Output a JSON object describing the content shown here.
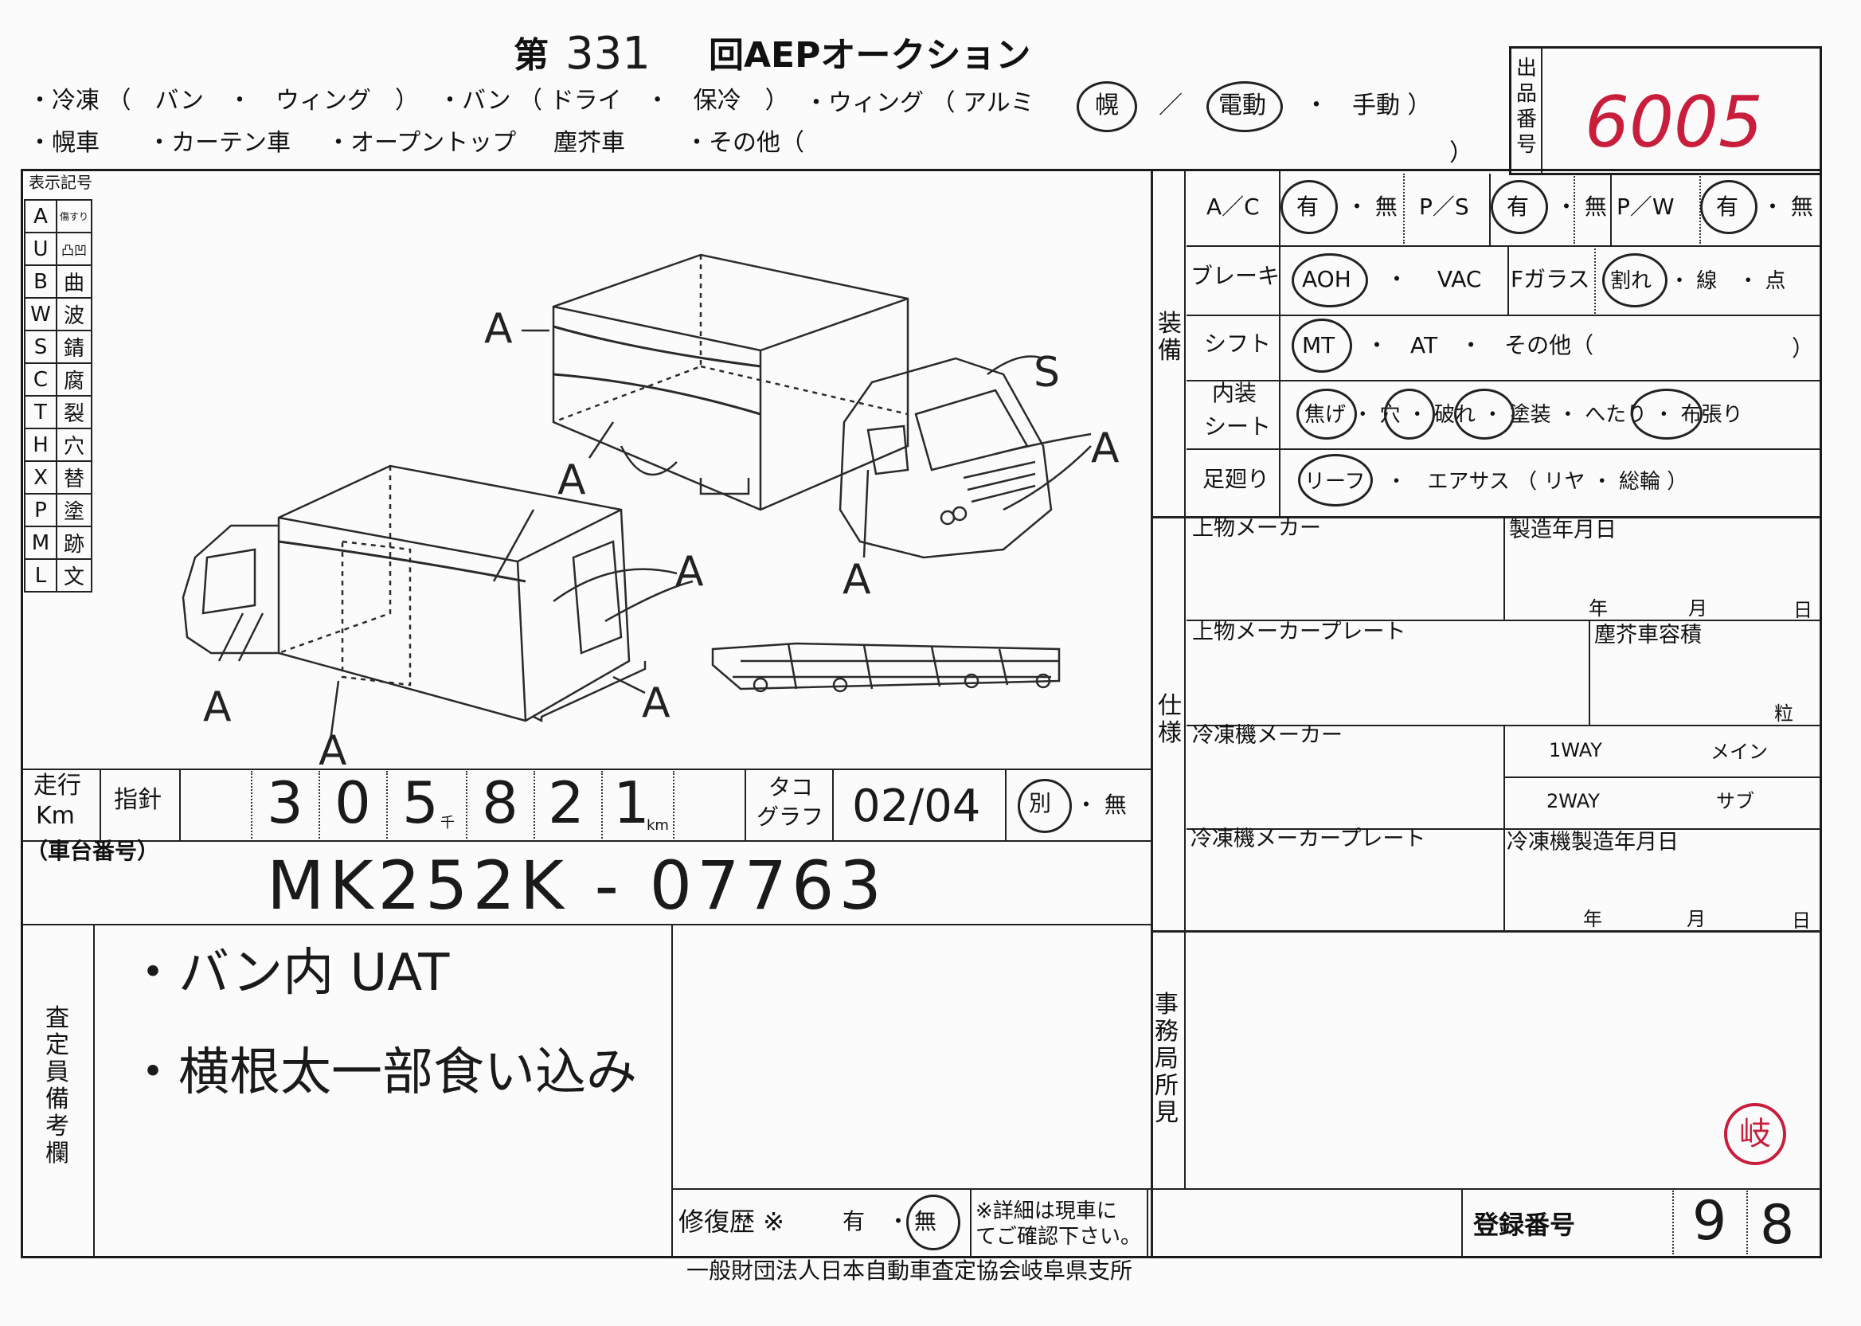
{
  "header": {
    "title_prefix": "第",
    "round_number": "331",
    "title_suffix": "回AEPオークション",
    "row1": {
      "reefer": "・冷凍 （　バン　・　ウィング　）",
      "van": "・バン （ ドライ　・　保冷　）",
      "wing": "・ウィング （ アルミ",
      "horo": "幌",
      "slash": "／",
      "dendo": "電動",
      "shudo": "・　手動 ）"
    },
    "row2": {
      "horo_car": "・幌車",
      "curtain": "・カーテン車",
      "opentop": "・オープントップ",
      "jinkai": "塵芥車",
      "other": "・その他（",
      "other_close": "）"
    }
  },
  "lot": {
    "label": "出品番号",
    "number": "6005"
  },
  "symbols": {
    "header": "表示記号",
    "rows": [
      {
        "code": "A",
        "meaning": "傷すり"
      },
      {
        "code": "U",
        "meaning": "凸凹"
      },
      {
        "code": "B",
        "meaning": "曲"
      },
      {
        "code": "W",
        "meaning": "波"
      },
      {
        "code": "S",
        "meaning": "錆"
      },
      {
        "code": "C",
        "meaning": "腐"
      },
      {
        "code": "T",
        "meaning": "裂"
      },
      {
        "code": "H",
        "meaning": "穴"
      },
      {
        "code": "X",
        "meaning": "替"
      },
      {
        "code": "P",
        "meaning": "塗"
      },
      {
        "code": "M",
        "meaning": "跡"
      },
      {
        "code": "L",
        "meaning": "文"
      }
    ]
  },
  "diagram": {
    "marks": [
      "A",
      "S",
      "A",
      "A",
      "A",
      "A",
      "A",
      "A",
      "A",
      "A"
    ]
  },
  "equipment": {
    "section_label": "装備",
    "ac_label": "A／C",
    "ac_yes": "有",
    "ac_no": "・ 無",
    "ps_label": "P／S",
    "ps_yes": "有",
    "ps_no": "・ 無",
    "pw_label": "P／W",
    "pw_yes": "有",
    "pw_no": "・ 無",
    "brake_label": "ブレーキ",
    "brake_aoh": "AOH",
    "brake_vac": "・　 VAC",
    "fglass_label": "Fガラス",
    "fglass_crack": "割れ",
    "fglass_rest": "・ 線　・ 点",
    "shift_label": "シフト",
    "shift_mt": "MT",
    "shift_rest": "・　AT　・　その他（",
    "shift_close": "）",
    "interior_label_1": "内装",
    "interior_label_2": "シート",
    "interior_options": "焦げ ・ 穴 ・ 破れ ・ 塗装 ・ へたり ・ 布張り",
    "susp_label": "足廻り",
    "susp_options": "リーフ　・　エアサス （ リヤ ・ 総輪 ）"
  },
  "spec": {
    "section_label": "仕様",
    "body_maker": "上物メーカー",
    "mfg_date": "製造年月日",
    "year": "年",
    "month": "月",
    "day": "日",
    "body_plate": "上物メーカープレート",
    "jinkai_capacity": "塵芥車容積",
    "grain": "粒",
    "reefer_maker": "冷凍機メーカー",
    "oneway": "1WAY",
    "main": "メイン",
    "twoway": "2WAY",
    "sub": "サブ",
    "reefer_plate": "冷凍機メーカープレート",
    "reefer_mfg_date": "冷凍機製造年月日"
  },
  "mileage": {
    "label_1": "走行",
    "label_2": "Km",
    "indicator_label": "指針",
    "digits": [
      "3",
      "0",
      "5",
      "8",
      "2",
      "1"
    ],
    "thousand_unit": "千",
    "km_unit": "km",
    "tacho_label_1": "タコ",
    "tacho_label_2": "グラフ",
    "tacho_value": "02/04",
    "tacho_separate": "別",
    "tacho_none": "・ 無"
  },
  "chassis": {
    "label": "（車台番号）",
    "number": "MK252K - 07763"
  },
  "inspector": {
    "label": "査定員備考欄",
    "note_1": "・バン内 UAT",
    "note_2": "・横根太一部食い込み"
  },
  "repair": {
    "label": "修復歴 ※",
    "yes": "有　・",
    "no": "無",
    "note_1": "※詳細は現車に",
    "note_2": "てご確認下さい。"
  },
  "office": {
    "label": "事務局所見",
    "stamp": "岐"
  },
  "registration": {
    "label": "登録番号",
    "digits": [
      "9",
      "8"
    ]
  },
  "footer": {
    "org": "一般財団法人日本自動車査定協会岐阜県支所"
  }
}
